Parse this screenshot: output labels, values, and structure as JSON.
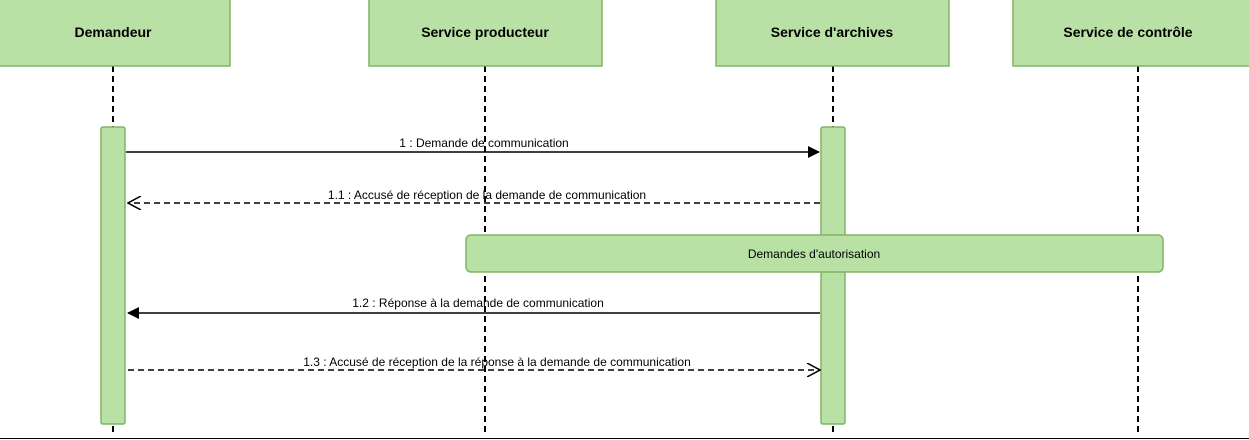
{
  "participants": [
    {
      "id": "demandeur",
      "label": "Demandeur"
    },
    {
      "id": "producteur",
      "label": "Service producteur"
    },
    {
      "id": "archives",
      "label": "Service d'archives"
    },
    {
      "id": "controle",
      "label": "Service de contrôle"
    }
  ],
  "messages": [
    {
      "label": "1 : Demande de communication",
      "style": "solid"
    },
    {
      "label": "1.1 : Accusé de réception de la demande de communication",
      "style": "dashed"
    },
    {
      "label": "1.2 : Réponse à la demande de communication",
      "style": "solid"
    },
    {
      "label": "1.3 : Accusé de réception de la réponse à la demande de communication",
      "style": "dashed"
    }
  ],
  "fragment": {
    "label": "Demandes d'autorisation"
  },
  "colors": {
    "box_fill": "#b9e0a5",
    "box_stroke": "#82b366",
    "line": "#000000"
  }
}
